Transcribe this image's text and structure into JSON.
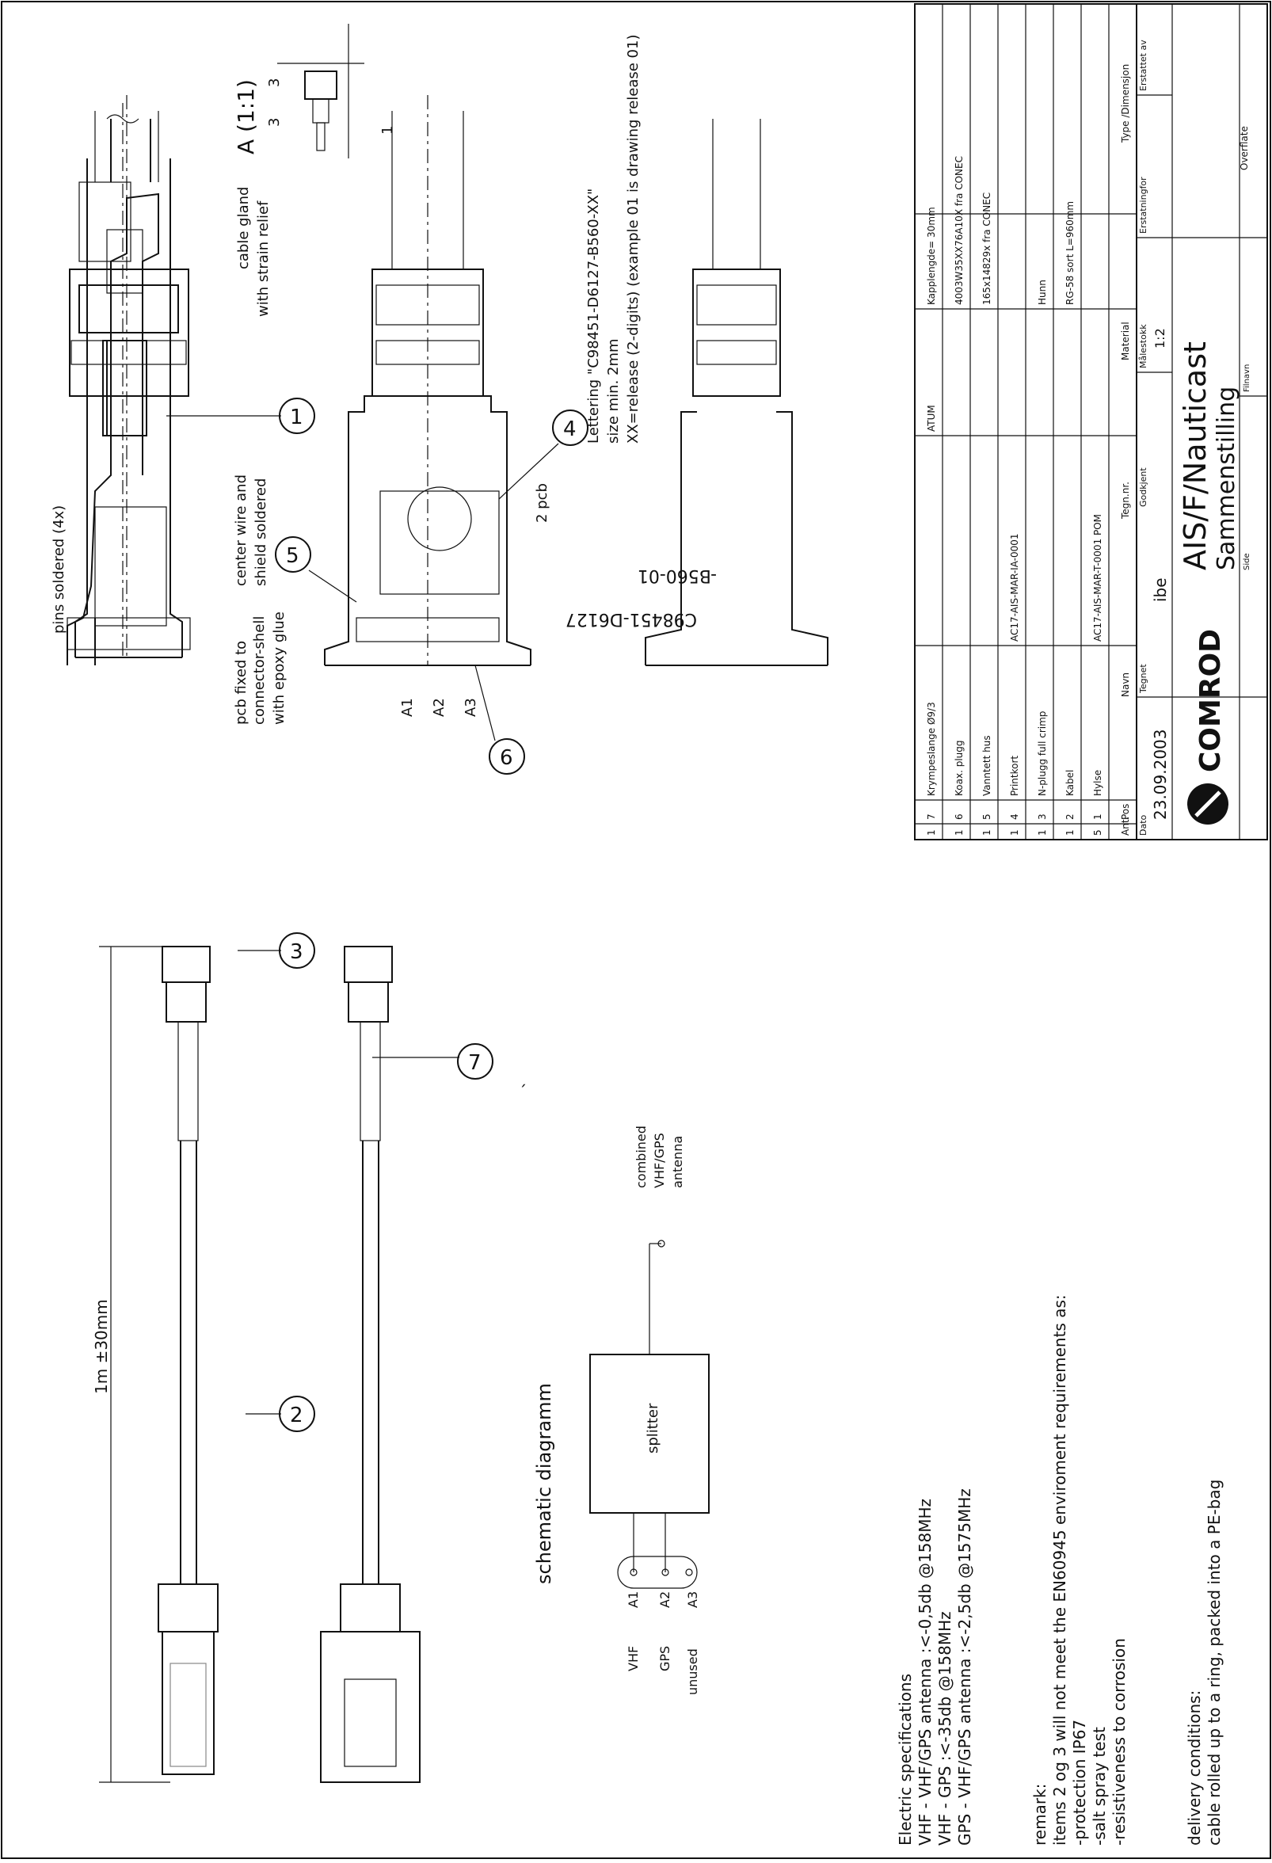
{
  "drawing": {
    "parts_table": {
      "headers": {
        "qty": "Ant.",
        "pos": "Pos",
        "name": "Navn",
        "drawing_no": "Tegn.nr.",
        "material": "Material",
        "type": "Type /Dimensjon"
      },
      "rows": [
        {
          "qty": "1",
          "pos": "7",
          "name": "Krympeslange Ø9/3",
          "drawing_no": "",
          "material": "ATUM",
          "type": "Kapplengde= 30mm"
        },
        {
          "qty": "1",
          "pos": "6",
          "name": "Koax. plugg",
          "drawing_no": "",
          "material": "",
          "type": "4003W35XX76A10X fra CONEC"
        },
        {
          "qty": "1",
          "pos": "5",
          "name": "Vanntett hus",
          "drawing_no": "",
          "material": "",
          "type": "165x14829x fra CONEC"
        },
        {
          "qty": "1",
          "pos": "4",
          "name": "Printkort",
          "drawing_no": "AC17-AIS-MAR-IA-0001",
          "material": "",
          "type": ""
        },
        {
          "qty": "1",
          "pos": "3",
          "name": "N-plugg full crimp",
          "drawing_no": "",
          "material": "",
          "type": "Hunn"
        },
        {
          "qty": "1",
          "pos": "2",
          "name": "Kabel",
          "drawing_no": "",
          "material": "",
          "type": "RG-58 sort L=960mm"
        },
        {
          "qty": "5",
          "pos": "1",
          "name": "Hylse",
          "drawing_no": "AC17-AIS-MAR-T-0001 POM",
          "material": "",
          "type": ""
        }
      ]
    },
    "title_block": {
      "dato_label": "Dato",
      "dato": "23.09.2003",
      "tegnet_label": "Tegnet",
      "tegnet": "ibe",
      "godkjent_label": "Godkjent",
      "malestokk_label": "Målestokk",
      "malestokk": "1:2",
      "erstatningfor_label": "Erstatningfor",
      "erstattet_label": "Erstattet av",
      "company": "COMROD",
      "title1": "AIS/F/Nauticast",
      "title2": "Sammenstilling",
      "side_label": "Side",
      "filnavn_label": "Filnavn",
      "overflate_label": "Overflate"
    },
    "annotations": {
      "lettering1": "Lettering \"C98451-D6127-B560-XX\"",
      "lettering2": "size min. 2mm",
      "lettering3": "XX=release (2-digits) (example 01 is drawing release 01)",
      "detail_a": "A (1:1)",
      "dim3a": "3",
      "dim3b": "3",
      "dim1": "1",
      "cable_gland1": "cable gland",
      "cable_gland2": "with strain relief",
      "pins_soldered": "pins soldered (4x)",
      "center_wire1": "center wire and",
      "center_wire2": "shield soldered",
      "pcb1": "pcb fixed to",
      "pcb2": "connector-shell",
      "pcb3": "with epoxy glue",
      "pcb_label": "2 pcb",
      "A1": "A1",
      "A2": "A2",
      "A3": "A3",
      "engr1": "C98451-D6127",
      "engr2": "-B560-01",
      "length": "1m ±30mm",
      "callouts": [
        "1",
        "2",
        "3",
        "4",
        "5",
        "6",
        "7"
      ],
      "tick": "´"
    },
    "schematic": {
      "title": "schematic diagramm",
      "splitter": "splitter",
      "vhf": "VHF",
      "gps": "GPS",
      "unused": "unused",
      "pa1": "A1",
      "pa2": "A2",
      "pa3": "A3",
      "ant1": "combined",
      "ant2": "VHF/GPS",
      "ant3": "antenna"
    },
    "notes": {
      "elec_title": "Electric specifications",
      "elec1": "VHF - VHF/GPS antenna  :<-0,5db @158MHz",
      "elec2": "VHF - GPS                     :<-35db @158MHz",
      "elec3": "GPS - VHF/GPS antenna  :<-2,5db @1575MHz",
      "remark_title": "remark:",
      "remark1": "items 2 og 3 will not meet the EN60945 enviroment requirements as:",
      "remark2": "-protection IP67",
      "remark3": "-salt spray test",
      "remark4": "-resistiveness to corrosion",
      "delivery_title": "delivery conditions:",
      "delivery1": "cable rolled up to a ring, packed into a PE-bag"
    }
  }
}
